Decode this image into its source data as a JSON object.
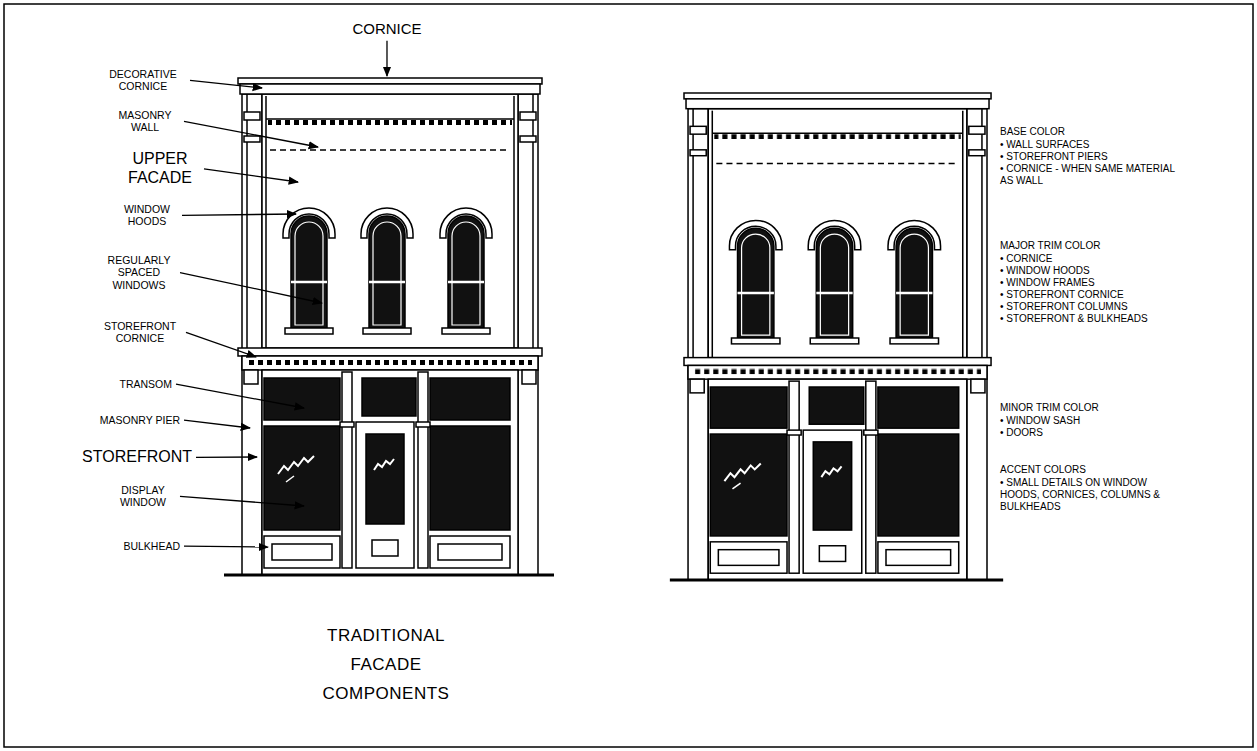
{
  "diagram": {
    "title": "TRADITIONAL FACADE COMPONENTS",
    "labels": [
      "CORNICE",
      "DECORATIVE CORNICE",
      "MASONRY WALL",
      "UPPER FACADE",
      "WINDOW HOODS",
      "REGULARLY SPACED WINDOWS",
      "STOREFRONT CORNICE",
      "TRANSOM",
      "MASONRY PIER",
      "STOREFRONT",
      "DISPLAY WINDOW",
      "BULKHEAD",
      "BASE COLOR",
      "• WALL SURFACES",
      "• STOREFRONT PIERS",
      "• CORNICE - WHEN SAME MATERIAL AS WALL",
      "MAJOR TRIM COLOR",
      "• CORNICE",
      "• WINDOW HOODS",
      "• WINDOW FRAMES",
      "• STOREFRONT CORNICE",
      "• STOREFRONT COLUMNS",
      "• STOREFRONT & BULKHEADS",
      "MINOR TRIM COLOR",
      "• WINDOW SASH",
      "• DOORS",
      "ACCENT COLORS",
      "• SMALL DETAILS ON WINDOW HOODS, CORNICES, COLUMNS & BULKHEADS"
    ]
  }
}
